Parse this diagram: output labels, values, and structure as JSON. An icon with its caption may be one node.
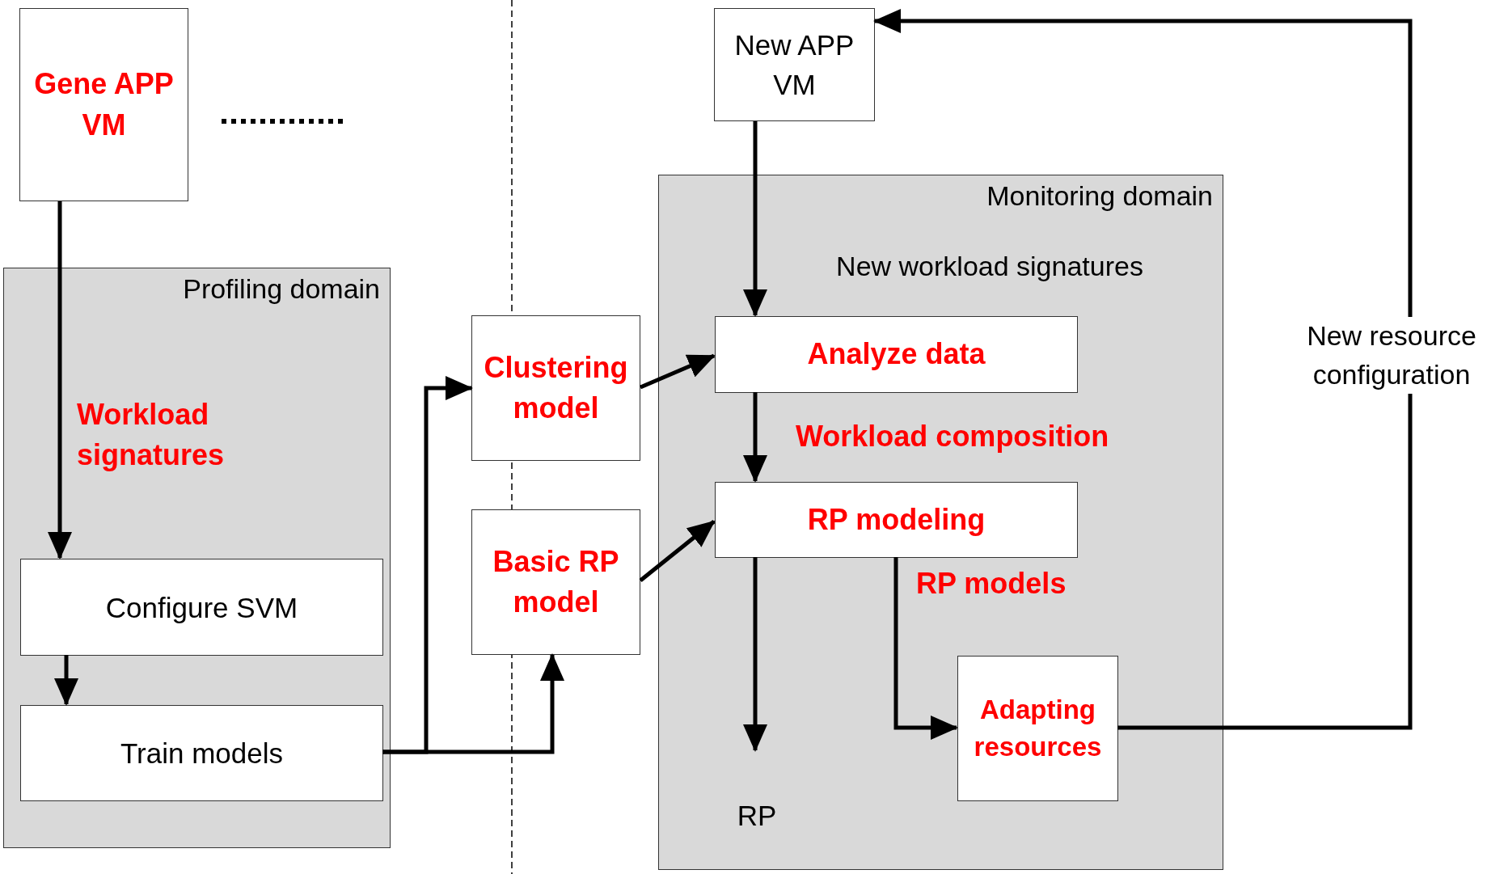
{
  "diagram": {
    "nodes": [
      {
        "text": [
          "Gene APP VM"
        ]
      },
      {
        "text": [
          "Profiling domain"
        ]
      },
      {
        "text": [
          "Configure SVM"
        ],
        "in": 1
      },
      {
        "text": [
          "Train models"
        ],
        "in": 1
      },
      {
        "text": [
          "Clustering model"
        ]
      },
      {
        "text": [
          "Basic RP model"
        ]
      },
      {
        "text": [
          "New APP VM"
        ]
      },
      {
        "text": [
          "Monitoring domain"
        ]
      },
      {
        "text": [
          "Analyze data"
        ],
        "in": 7
      },
      {
        "text": [
          "RP modeling"
        ],
        "in": 7
      },
      {
        "text": [
          "Adapting resources"
        ],
        "in": 7
      },
      {
        "text": [
          "RP"
        ],
        "in": 7
      }
    ],
    "edges": [
      {
        "from": 0,
        "to": 2,
        "arrow": "to",
        "label": "Workload signatures"
      },
      {
        "from": 2,
        "to": 3,
        "arrow": "to"
      },
      {
        "from": 3,
        "to": 4,
        "arrow": "to"
      },
      {
        "from": 3,
        "to": 5,
        "arrow": "to"
      },
      {
        "from": 4,
        "to": 8,
        "arrow": "to"
      },
      {
        "from": 5,
        "to": 9,
        "arrow": "to"
      },
      {
        "from": 6,
        "to": 8,
        "arrow": "to",
        "label": "New workload signatures"
      },
      {
        "from": 8,
        "to": 9,
        "arrow": "to",
        "label": "Workload composition"
      },
      {
        "from": 9,
        "to": 11,
        "arrow": "to"
      },
      {
        "from": 9,
        "to": 10,
        "arrow": "to",
        "label": "RP models"
      },
      {
        "from": 10,
        "to": 6,
        "arrow": "to",
        "label": "New resource configuration"
      }
    ]
  }
}
